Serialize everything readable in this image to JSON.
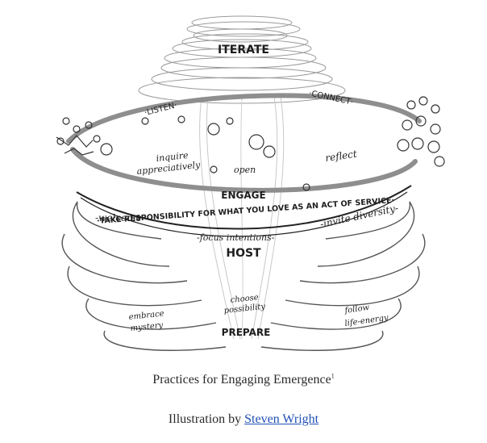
{
  "diagram": {
    "labels": {
      "iterate": "ITERATE",
      "listen": "·LISTEN·",
      "connect": "·CONNECT·",
      "inquire_1": "inquire",
      "inquire_2": "appreciatively",
      "open": "open",
      "reflect": "reflect",
      "engage": "ENGAGE",
      "responsibility": "·TAKE RESPONSIBILITY FOR WHAT YOU LOVE AS AN ACT OF SERVICE·",
      "welcome": "-welcome-",
      "invite": "-invite diversity-",
      "focus": "-focus intentions-",
      "host": "HOST",
      "embrace_1": "embrace",
      "embrace_2": "mystery",
      "choose_1": "choose",
      "choose_2": "possibility",
      "prepare": "PREPARE",
      "follow_1": "follow",
      "follow_2": "life-energy"
    }
  },
  "caption": {
    "title": "Practices for Engaging Emergence",
    "footnote": "1",
    "credit_prefix": "Illustration by ",
    "credit_link": "Steven Wright"
  }
}
